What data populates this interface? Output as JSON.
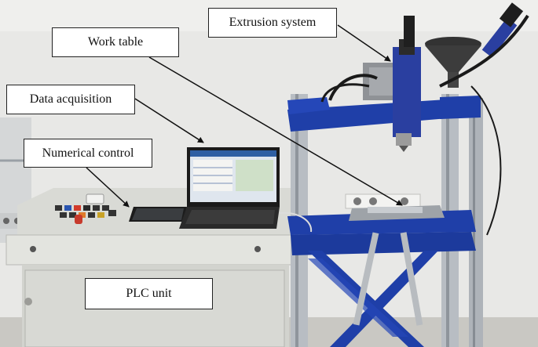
{
  "labels": {
    "extrusion_system": "Extrusion system",
    "work_table": "Work table",
    "data_acquisition": "Data acquisition",
    "numerical_control": "Numerical control",
    "plc_unit": "PLC unit"
  },
  "colors": {
    "frame_blue": "#1f3fa8",
    "aluminum": "#b9bec4",
    "cabinet": "#dcddd8",
    "wall": "#e9e9e7"
  }
}
